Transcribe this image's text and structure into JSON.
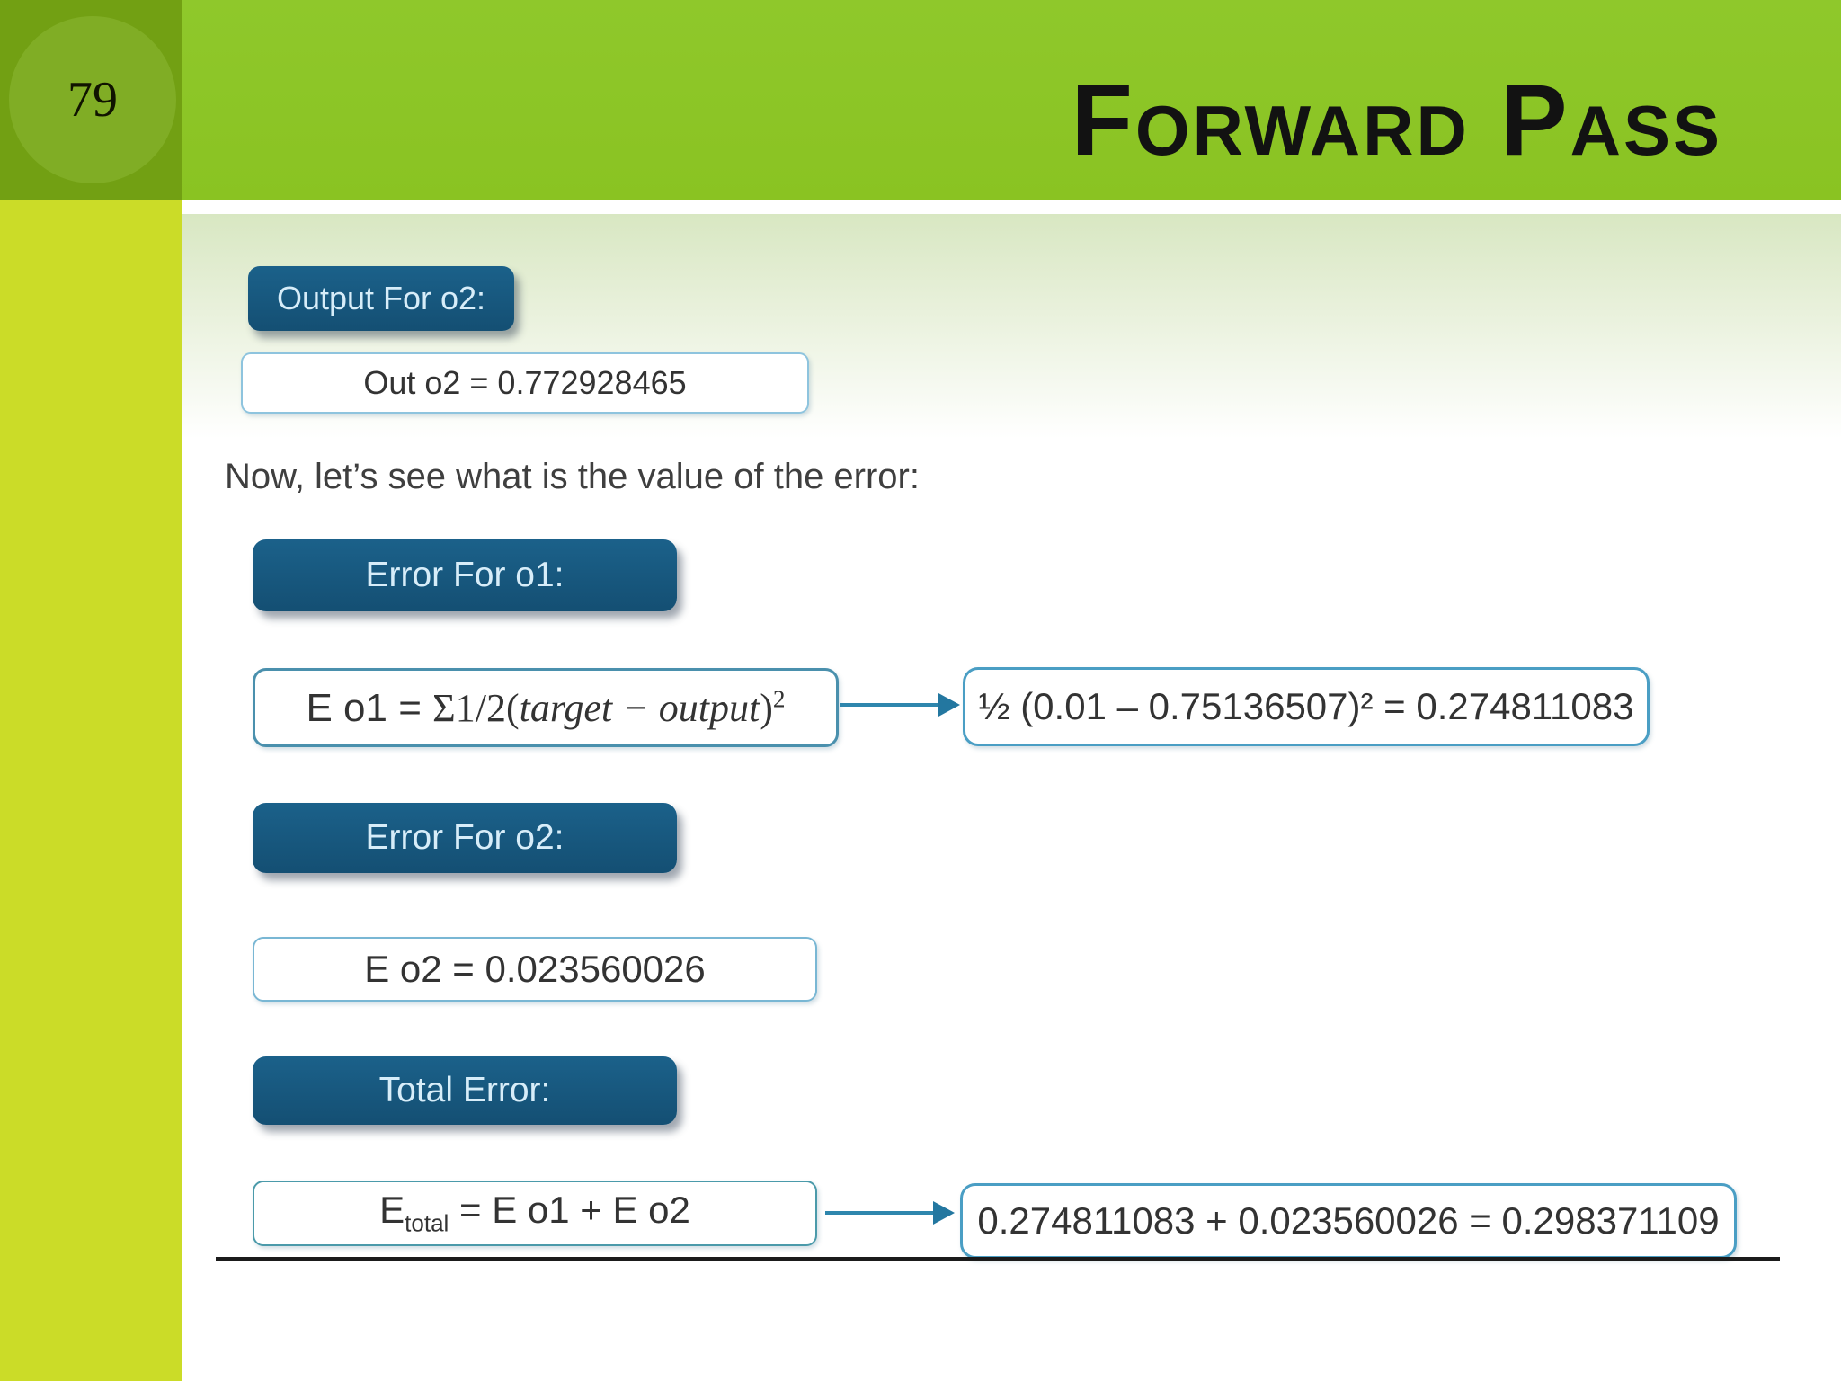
{
  "slide": {
    "number": "79",
    "title": "Forward Pass"
  },
  "sections": {
    "output_o2": {
      "label": "Output For o2:",
      "value": "Out o2 = 0.772928465"
    },
    "intro": "Now, let’s see what is the value of the error:",
    "error_o1": {
      "label": "Error For o1:",
      "formula": {
        "lhs": "E o1 ",
        "eq": "= ",
        "sigma": "Σ1/2(",
        "operands": "target − output",
        "close": ")",
        "exponent": "2"
      },
      "result": "½ (0.01 – 0.75136507)² = 0.274811083"
    },
    "error_o2": {
      "label": "Error For o2:",
      "value": "E o2 = 0.023560026"
    },
    "total_error": {
      "label": "Total Error:",
      "formula": {
        "base": "E",
        "subscript": "total",
        "rest": " = E o1 + E o2"
      },
      "result": "0.274811083 + 0.023560026 = 0.298371109"
    }
  },
  "colors": {
    "header_green": "#8ac322",
    "corner_dark_green": "#72a013",
    "corner_circle_green": "#80ad25",
    "sidebar_yellow": "#cbdc28",
    "button_blue": "#17597f",
    "button_text": "#d7edf9",
    "box_border_blue": "#4a9ec4",
    "arrow_teal": "#2e86ad",
    "title_text": "#121212"
  }
}
